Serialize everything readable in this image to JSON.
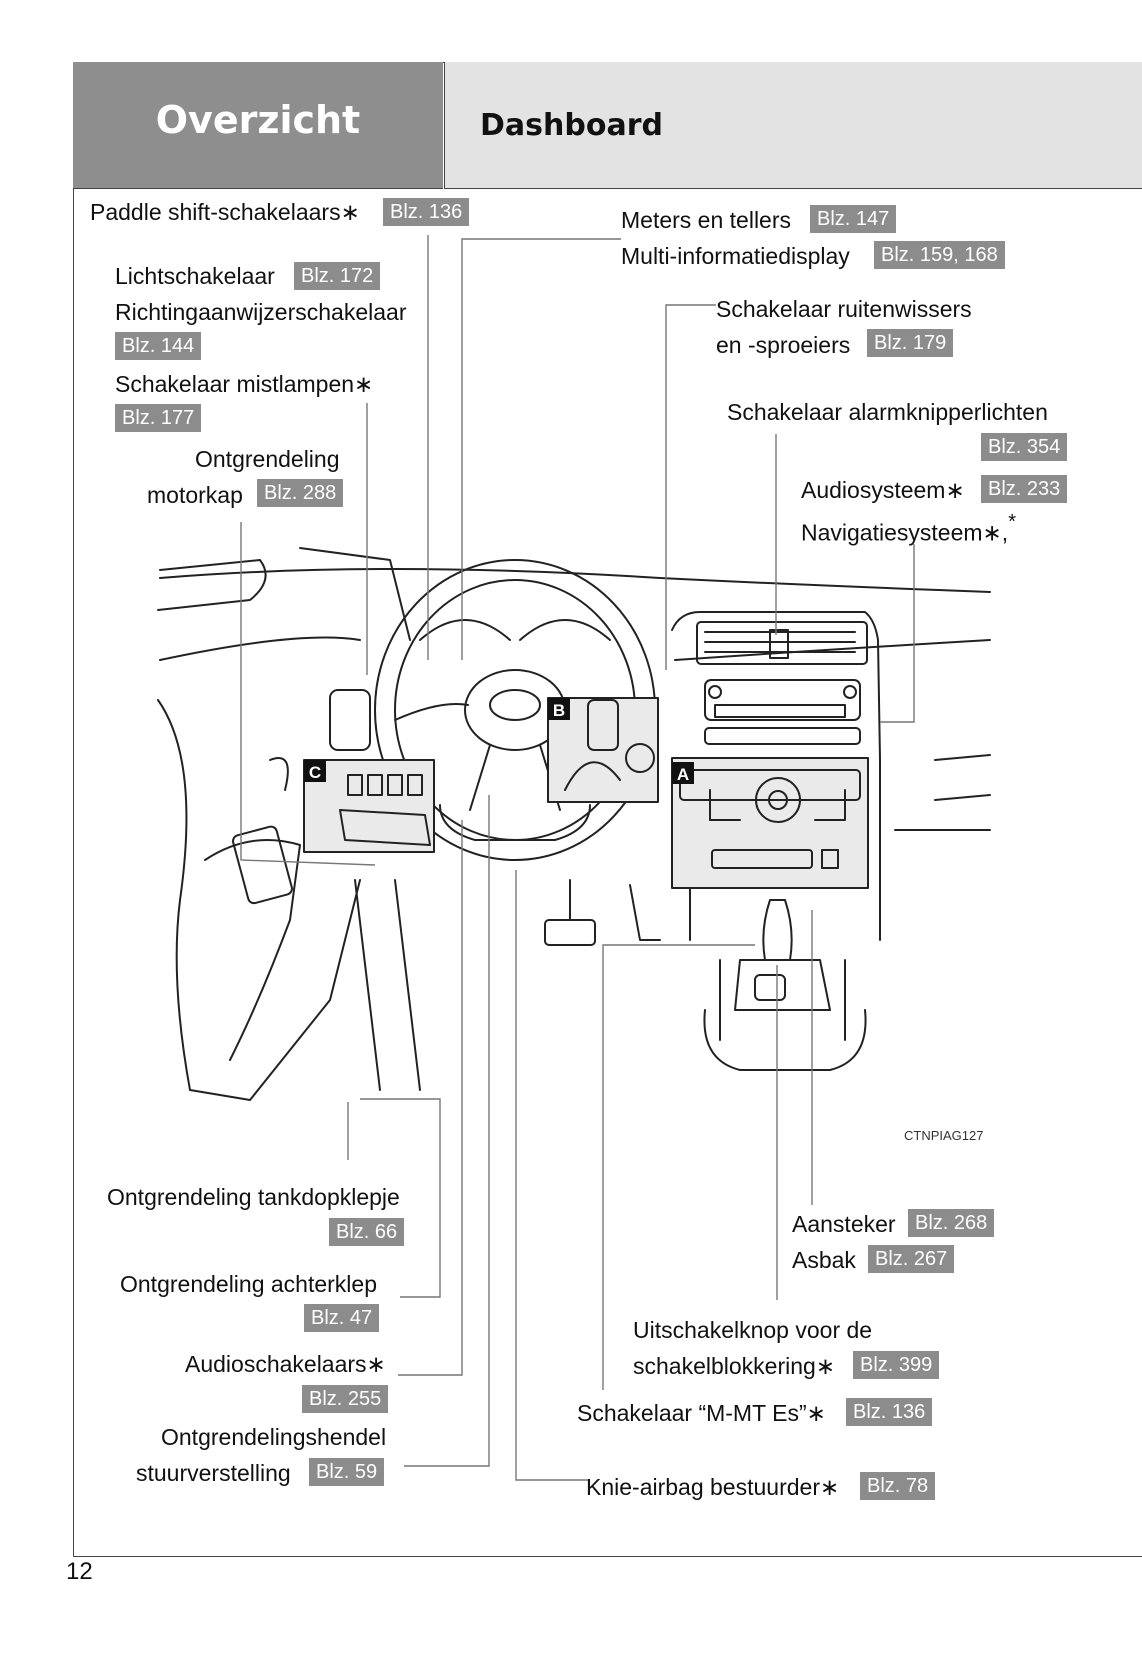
{
  "header": {
    "section": "Overzicht",
    "title": "Dashboard"
  },
  "labels": {
    "paddle": "Paddle shift-schakelaars∗",
    "paddle_ref": "Blz. 136",
    "licht": "Lichtschakelaar",
    "licht_ref": "Blz. 172",
    "richting": "Richtingaanwijzerschakelaar",
    "richting_ref": "Blz. 144",
    "mist": "Schakelaar mistlampen∗",
    "mist_ref": "Blz. 177",
    "motorkap_1": "Ontgrendeling",
    "motorkap_2": "motorkap",
    "motorkap_ref": "Blz. 288",
    "meters": "Meters en tellers",
    "meters_ref": "Blz. 147",
    "multi": "Multi-informatiedisplay",
    "multi_ref": "Blz. 159, 168",
    "wissers_1": "Schakelaar ruitenwissers",
    "wissers_2": "en -sproeiers",
    "wissers_ref": "Blz. 179",
    "alarm": "Schakelaar alarmknipperlichten",
    "alarm_ref": "Blz. 354",
    "audio": "Audiosysteem∗",
    "audio_ref": "Blz. 233",
    "navi": "Navigatiesysteem∗,",
    "navi_star": "*",
    "tank": "Ontgrendeling tankdopklepje",
    "tank_ref": "Blz. 66",
    "achterklep": "Ontgrendeling achterklep",
    "achterklep_ref": "Blz. 47",
    "audioschak": "Audioschakelaars∗",
    "audioschak_ref": "Blz. 255",
    "stuur_1": "Ontgrendelingshendel",
    "stuur_2": "stuurverstelling",
    "stuur_ref": "Blz. 59",
    "aansteker": "Aansteker",
    "aansteker_ref": "Blz. 268",
    "asbak": "Asbak",
    "asbak_ref": "Blz. 267",
    "uitschakel_1": "Uitschakelknop voor de",
    "uitschakel_2": "schakelblokkering∗",
    "uitschakel_ref": "Blz. 399",
    "mmt": "Schakelaar “M-MT Es”∗",
    "mmt_ref": "Blz. 136",
    "knie": "Knie-airbag bestuurder∗",
    "knie_ref": "Blz. 78"
  },
  "illustration": {
    "code": "CTNPIAG127",
    "badges": {
      "a": "A",
      "b": "B",
      "c": "C"
    }
  },
  "page_number": "12"
}
